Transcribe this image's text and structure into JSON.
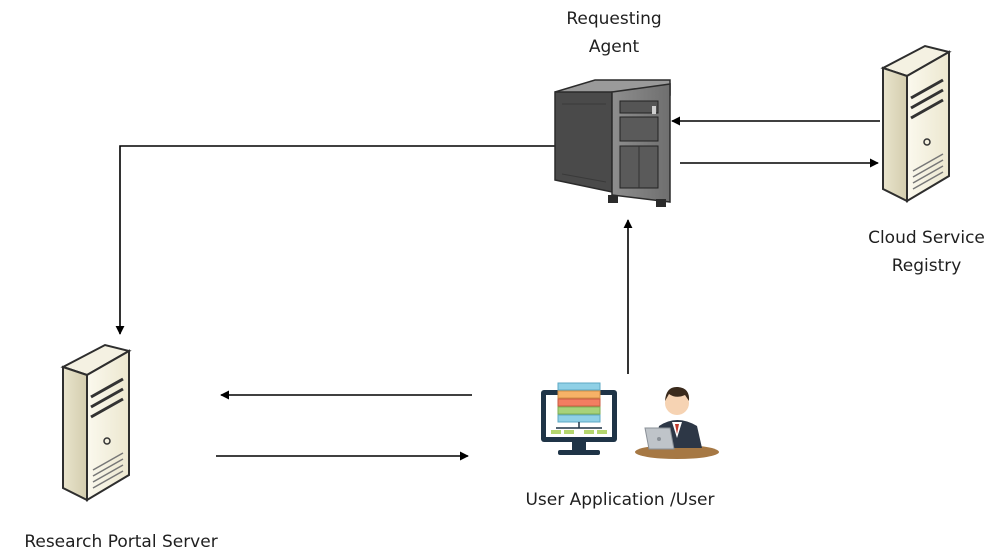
{
  "nodes": {
    "requesting_agent": {
      "line1": "Requesting",
      "line2": "Agent",
      "icon": "rack-server-icon"
    },
    "cloud_registry": {
      "line1": "Cloud Service",
      "line2": "Registry",
      "icon": "tower-server-icon"
    },
    "research_portal": {
      "label": "Research Portal Server",
      "icon": "tower-server-icon"
    },
    "user_app": {
      "label": "User Application /User",
      "icons": [
        "web-application-monitor-icon",
        "user-with-laptop-icon"
      ]
    }
  },
  "edges": [
    {
      "from": "requesting_agent",
      "to": "research_portal"
    },
    {
      "from": "cloud_registry",
      "to": "requesting_agent"
    },
    {
      "from": "requesting_agent",
      "to": "cloud_registry"
    },
    {
      "from": "user_app",
      "to": "requesting_agent"
    },
    {
      "from": "user_app",
      "to": "research_portal"
    },
    {
      "from": "research_portal",
      "to": "user_app"
    }
  ]
}
